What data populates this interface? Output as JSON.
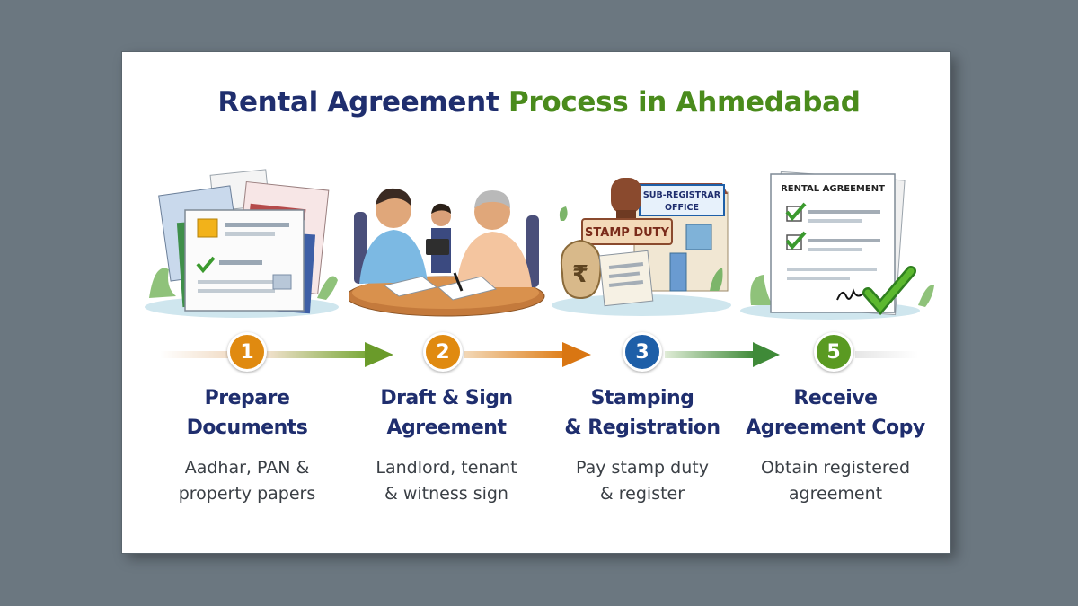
{
  "title": {
    "part1": "Rental Agreement",
    "part2": "Process in Ahmedabad"
  },
  "colors": {
    "navy": "#1f2e6e",
    "green": "#4a8b1c",
    "orange": "#e08a10",
    "blue": "#1e5fa8"
  },
  "steps": [
    {
      "number": "1",
      "title_line1": "Prepare",
      "title_line2": "Documents",
      "desc_line1": "Aadhar, PAN &",
      "desc_line2": "property papers",
      "icon": "documents-icon",
      "color": "#e08a10"
    },
    {
      "number": "2",
      "title_line1": "Draft & Sign",
      "title_line2": "Agreement",
      "desc_line1": "Landlord, tenant",
      "desc_line2": "& witness sign",
      "icon": "signing-meeting-icon",
      "color": "#e08a10"
    },
    {
      "number": "3",
      "title_line1": "Stamping",
      "title_line2": "& Registration",
      "desc_line1": "Pay stamp duty",
      "desc_line2": "& register",
      "icon": "stamp-duty-office-icon",
      "color": "#1e5fa8"
    },
    {
      "number": "5",
      "title_line1": "Receive",
      "title_line2": "Agreement Copy",
      "desc_line1": "Obtain registered",
      "desc_line2": "agreement",
      "icon": "agreement-copy-icon",
      "color": "#5a9a22"
    }
  ],
  "illustrations": {
    "stamp_label": "STAMP DUTY",
    "office_label_line1": "SUB-REGISTRAR",
    "office_label_line2": "OFFICE",
    "doc_label": "RENTAL AGREEMENT",
    "rupee": "₹"
  }
}
